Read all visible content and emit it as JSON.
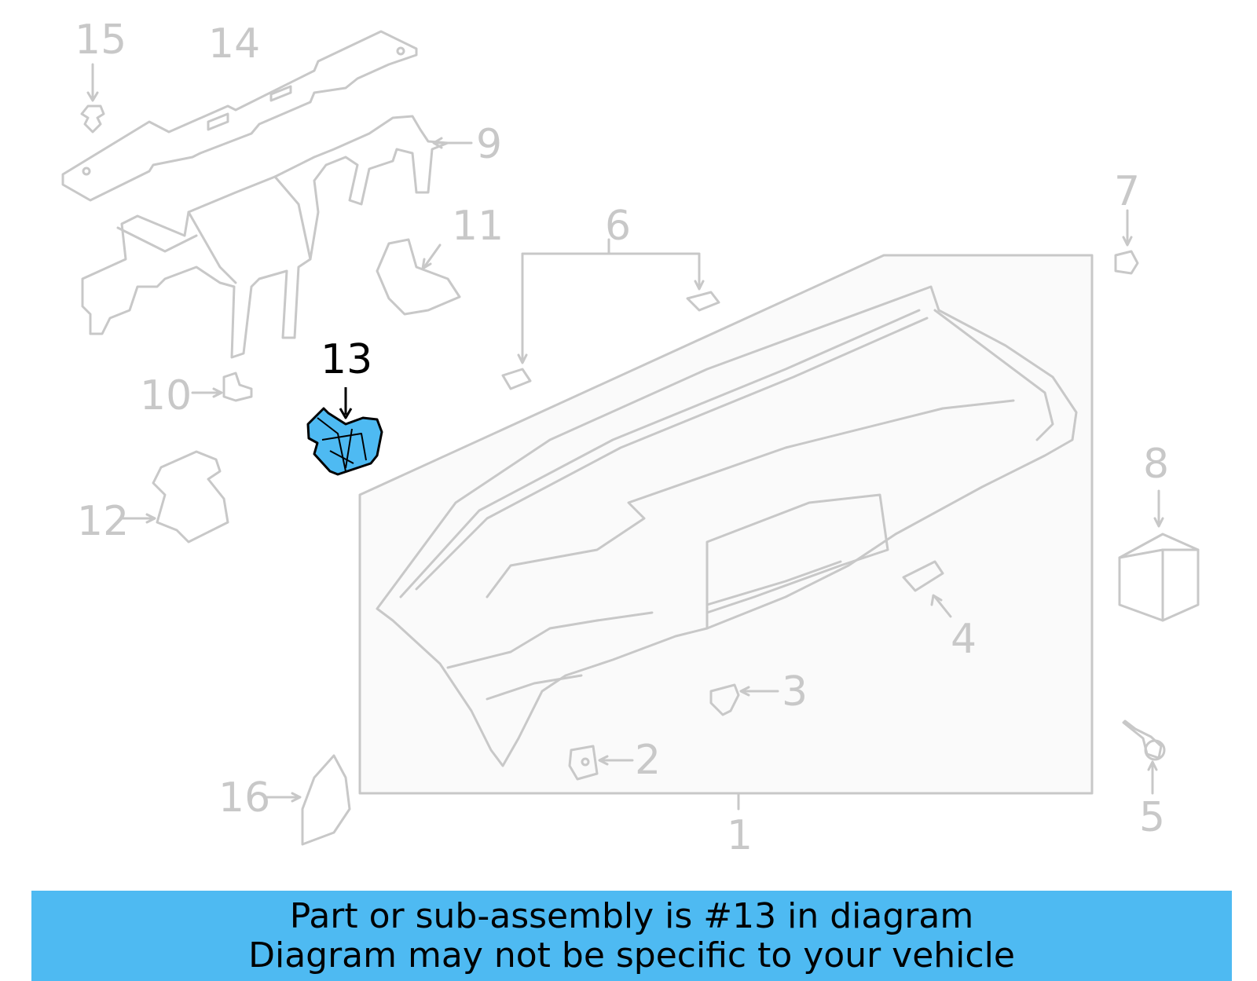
{
  "diagram": {
    "highlighted_part": "13",
    "highlight_color": "#4ebaf2",
    "line_color_inactive": "#c8c8c8",
    "line_color_active": "#000000",
    "callouts": [
      {
        "id": "1",
        "label": "1"
      },
      {
        "id": "2",
        "label": "2"
      },
      {
        "id": "3",
        "label": "3"
      },
      {
        "id": "4",
        "label": "4"
      },
      {
        "id": "5",
        "label": "5"
      },
      {
        "id": "6",
        "label": "6"
      },
      {
        "id": "7",
        "label": "7"
      },
      {
        "id": "8",
        "label": "8"
      },
      {
        "id": "9",
        "label": "9"
      },
      {
        "id": "10",
        "label": "10"
      },
      {
        "id": "11",
        "label": "11"
      },
      {
        "id": "12",
        "label": "12"
      },
      {
        "id": "13",
        "label": "13"
      },
      {
        "id": "14",
        "label": "14"
      },
      {
        "id": "15",
        "label": "15"
      },
      {
        "id": "16",
        "label": "16"
      }
    ]
  },
  "banner": {
    "line1": "Part or sub-assembly is #13 in diagram",
    "line2": "Diagram may not be specific to your vehicle",
    "background": "#4ebaf2"
  }
}
